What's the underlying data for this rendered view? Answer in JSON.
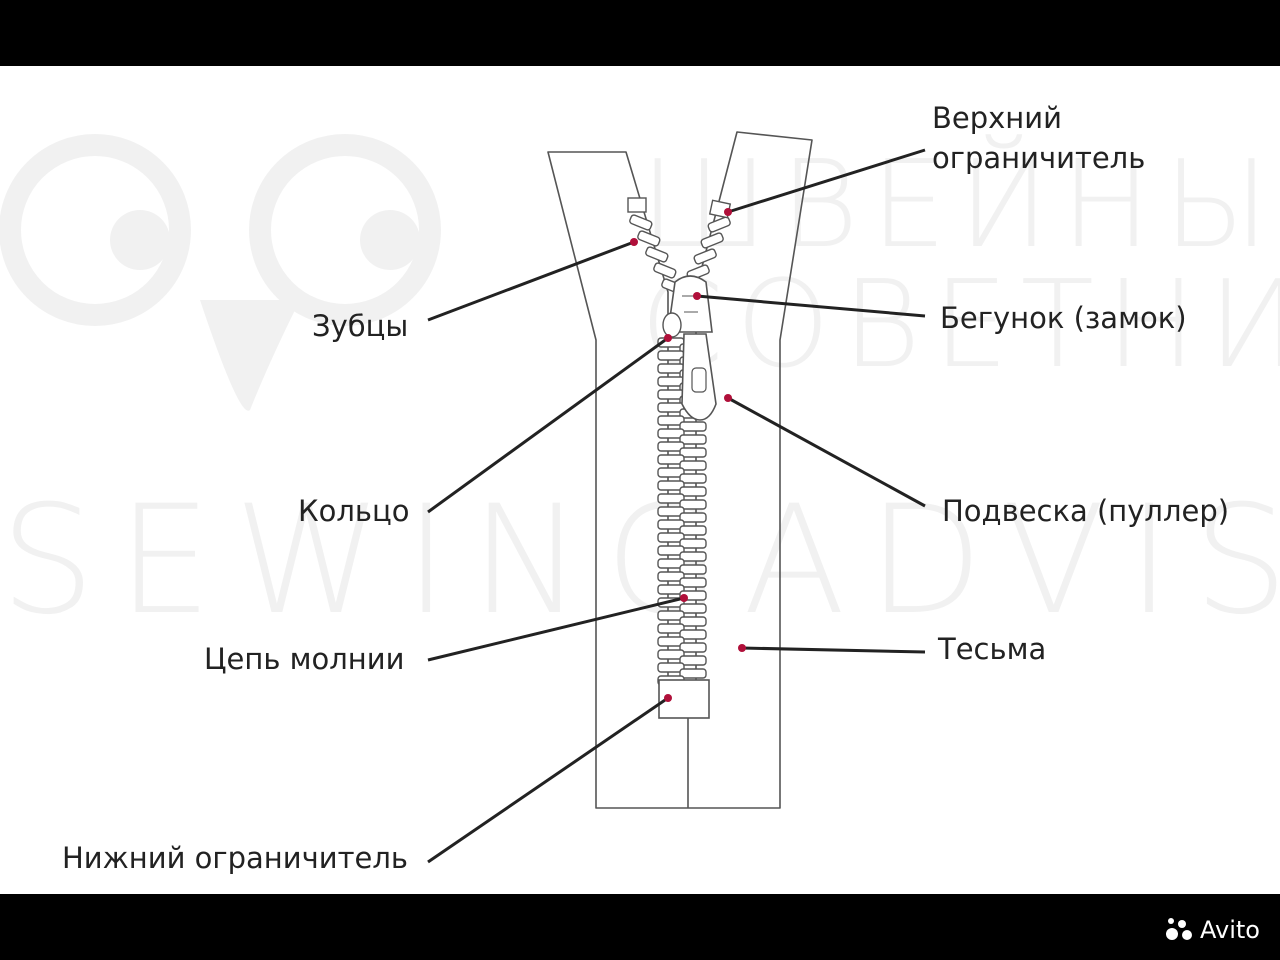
{
  "watermark": {
    "line1": "ШВЕЙНЫ",
    "line2": "СОВЕТНИ",
    "line3": "SEWINGADVISOR.R"
  },
  "labels": {
    "top_stop": [
      "Верхний",
      "ограничитель"
    ],
    "teeth": "Зубцы",
    "slider": "Бегунок (замок)",
    "ring": "Кольцо",
    "puller": "Подвеска (пуллер)",
    "chain": "Цепь молнии",
    "tape": "Тесьма",
    "bottom_stop": "Нижний ограничитель"
  },
  "brand": {
    "name": "Avito"
  },
  "colors": {
    "accent_dot": "#b0103a",
    "line": "#222222",
    "outline": "#555555",
    "watermark": "#f1f1f1"
  }
}
